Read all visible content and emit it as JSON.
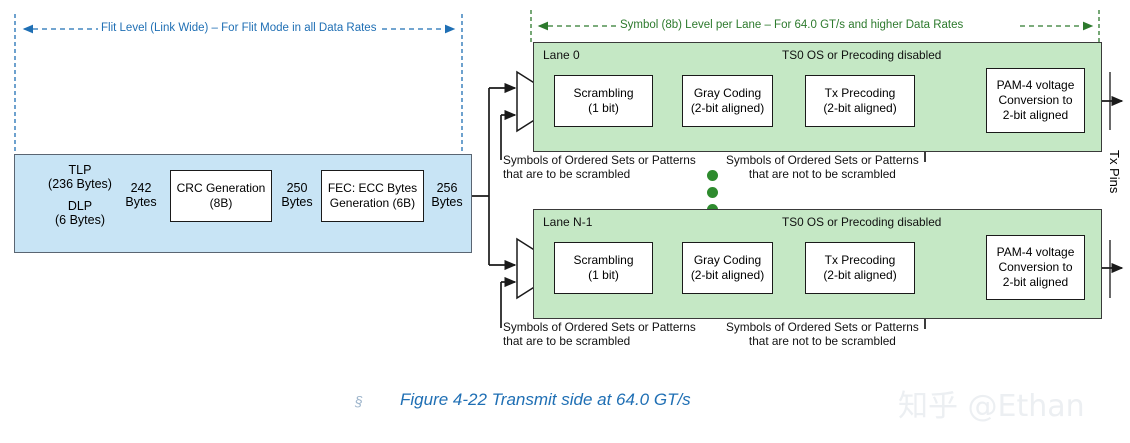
{
  "figure": {
    "caption": "Figure 4-22 Transmit side at 64.0 GT/s",
    "section_mark": "§",
    "watermark": "知乎 @Ethan",
    "tx_pins_label": "Tx Pins"
  },
  "brackets": {
    "flit": {
      "label": "Flit Level (Link Wide) – For Flit Mode in all Data Rates",
      "color": "#1f6fb4"
    },
    "symbol": {
      "label": "Symbol (8b) Level per Lane – For 64.0 GT/s and higher Data Rates",
      "color": "#2d7a2d"
    }
  },
  "flit_stage": {
    "inputs": [
      {
        "name": "TLP",
        "size": "(236 Bytes)"
      },
      {
        "name": "DLP",
        "size": "(6 Bytes)"
      }
    ],
    "signals": [
      {
        "value": "242",
        "unit": "Bytes"
      },
      {
        "value": "250",
        "unit": "Bytes"
      },
      {
        "value": "256",
        "unit": "Bytes"
      }
    ],
    "blocks": [
      {
        "line1": "CRC Generation",
        "line2": "(8B)"
      },
      {
        "line1": "FEC: ECC Bytes",
        "line2": "Generation (6B)"
      }
    ]
  },
  "lanes": [
    {
      "title": "Lane 0",
      "precoding_label": "TS0 OS or Precoding disabled",
      "blocks": [
        {
          "line1": "Scrambling",
          "line2": "(1 bit)"
        },
        {
          "line1": "Gray Coding",
          "line2": "(2-bit aligned)"
        },
        {
          "line1": "Tx Precoding",
          "line2": "(2-bit aligned)"
        },
        {
          "line1": "PAM-4 voltage",
          "line2": "Conversion to",
          "line3": "2-bit aligned"
        }
      ],
      "notes": [
        {
          "line1": "Symbols of Ordered Sets or Patterns",
          "line2": "that are to be scrambled"
        },
        {
          "line1": "Symbols of Ordered Sets or Patterns",
          "line2": "that are not to be scrambled"
        }
      ]
    },
    {
      "title": "Lane N-1",
      "precoding_label": "TS0 OS or Precoding disabled",
      "blocks": [
        {
          "line1": "Scrambling",
          "line2": "(1 bit)"
        },
        {
          "line1": "Gray Coding",
          "line2": "(2-bit aligned)"
        },
        {
          "line1": "Tx Precoding",
          "line2": "(2-bit aligned)"
        },
        {
          "line1": "PAM-4 voltage",
          "line2": "Conversion to",
          "line3": "2-bit aligned"
        }
      ],
      "notes": [
        {
          "line1": "Symbols of Ordered Sets or Patterns",
          "line2": "that are to be scrambled"
        },
        {
          "line1": "Symbols of Ordered Sets or Patterns",
          "line2": "that are not to be scrambled"
        }
      ]
    }
  ],
  "ellipsis": {
    "dots": 3,
    "color": "#2e8b2e"
  },
  "colors": {
    "flit_fill": "#c8e4f5",
    "lane_fill": "#c5e8c5",
    "block_fill": "#ffffff",
    "line": "#1a1a1a",
    "caption": "#1f6fb4"
  }
}
